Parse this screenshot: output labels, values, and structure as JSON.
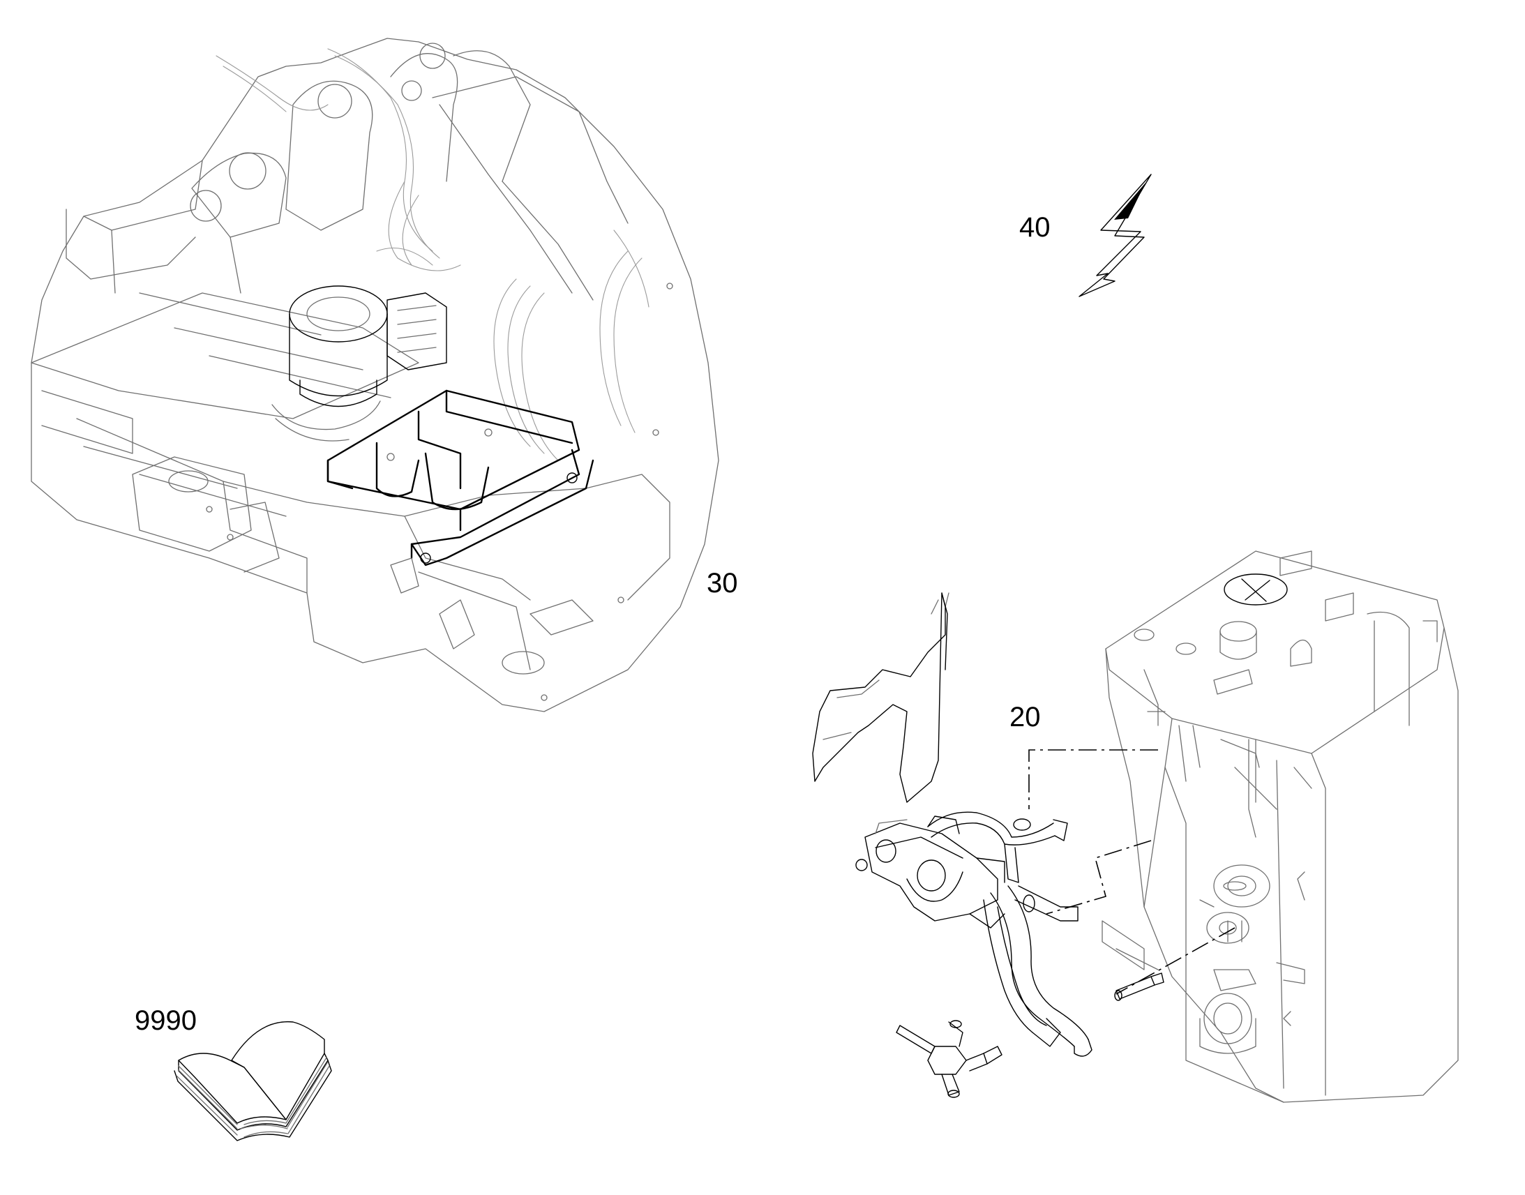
{
  "callouts": [
    {
      "id": "30",
      "text": "30"
    },
    {
      "id": "40",
      "text": "40"
    },
    {
      "id": "20",
      "text": "20"
    },
    {
      "id": "9990",
      "text": "9990"
    }
  ],
  "icons": {
    "assembly_30": "frame-assembly-drawing",
    "assembly_20": "tank-hose-assembly-drawing",
    "symbol_40": "lightning-bolt-icon",
    "symbol_9990": "open-book-icon"
  },
  "colors": {
    "ink": "#000000",
    "line_gray": "#6f6f6f",
    "background": "#ffffff"
  }
}
